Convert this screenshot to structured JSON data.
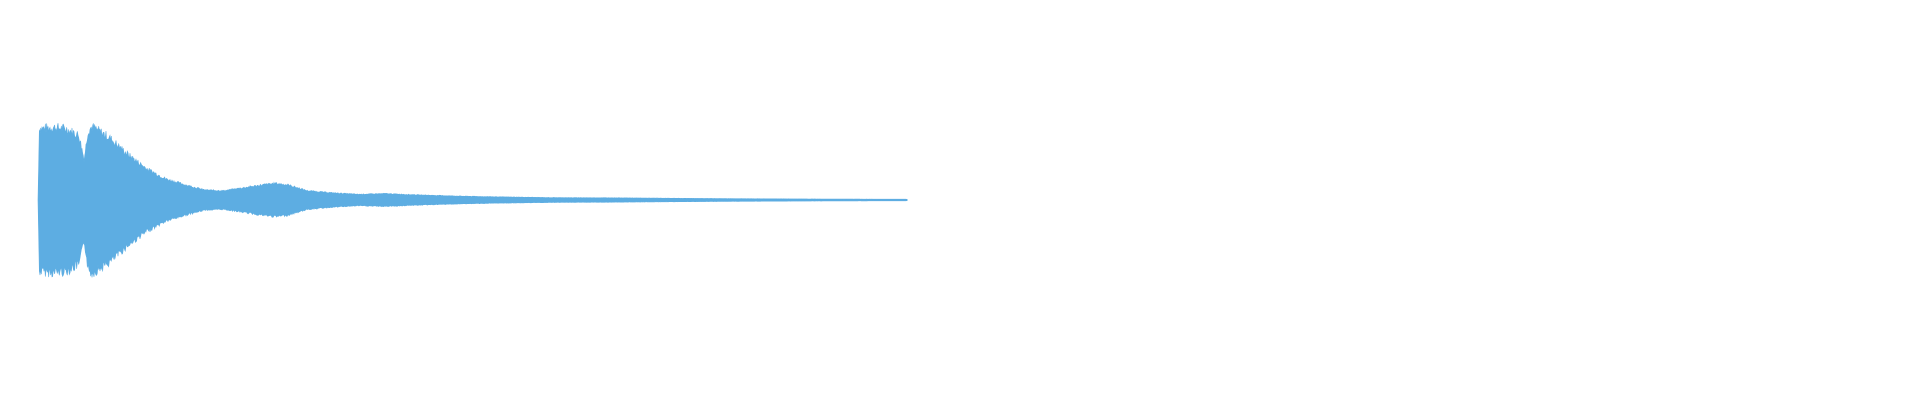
{
  "waveform": {
    "color": "#5dade2",
    "background": "#ffffff",
    "envelope": [
      [
        0.0,
        0.0
      ],
      [
        0.001,
        0.97
      ],
      [
        0.012,
        0.99
      ],
      [
        0.022,
        0.97
      ],
      [
        0.032,
        0.88
      ],
      [
        0.036,
        0.55
      ],
      [
        0.039,
        0.94
      ],
      [
        0.042,
        1.0
      ],
      [
        0.055,
        0.86
      ],
      [
        0.07,
        0.62
      ],
      [
        0.085,
        0.42
      ],
      [
        0.1,
        0.28
      ],
      [
        0.115,
        0.2
      ],
      [
        0.13,
        0.13
      ],
      [
        0.145,
        0.12
      ],
      [
        0.16,
        0.16
      ],
      [
        0.175,
        0.2
      ],
      [
        0.185,
        0.22
      ],
      [
        0.195,
        0.2
      ],
      [
        0.21,
        0.12
      ],
      [
        0.23,
        0.09
      ],
      [
        0.25,
        0.07
      ],
      [
        0.27,
        0.08
      ],
      [
        0.3,
        0.06
      ],
      [
        0.33,
        0.045
      ],
      [
        0.36,
        0.035
      ],
      [
        0.4,
        0.025
      ],
      [
        0.45,
        0.022
      ],
      [
        0.5,
        0.015
      ],
      [
        0.55,
        0.01
      ],
      [
        0.6,
        0.006
      ],
      [
        0.64,
        0.004
      ],
      [
        0.677,
        0.003
      ],
      [
        0.678,
        0.0
      ]
    ]
  }
}
